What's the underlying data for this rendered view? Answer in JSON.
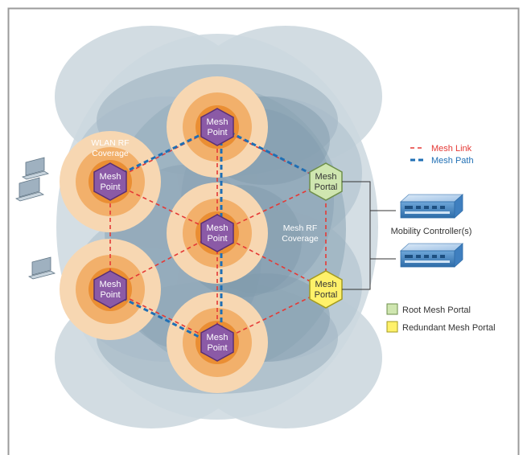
{
  "labels": {
    "mesh_point": [
      "Mesh",
      "Point"
    ],
    "mesh_portal": [
      "Mesh",
      "Portal"
    ],
    "wlan_rf_coverage": [
      "WLAN RF",
      "Coverage"
    ],
    "mesh_rf_coverage": [
      "Mesh RF",
      "Coverage"
    ],
    "mobility_controllers": "Mobility Controller(s)"
  },
  "legend": {
    "mesh_link": "Mesh Link",
    "mesh_path": "Mesh Path",
    "root_mesh_portal": "Root Mesh Portal",
    "redundant_mesh_portal": "Redundant Mesh Portal"
  },
  "colors": {
    "frame_border": "#9b9b9b",
    "rf_outer": "#cfd9e0",
    "rf_mid": "#a9bcc8",
    "rf_inner": "#7f97a8",
    "wlan_outer": "#f6d3ab",
    "wlan_mid": "#f1ae6a",
    "wlan_inner": "#ea8a2b",
    "mesh_point_fill": "#8b5aa6",
    "mesh_point_stroke": "#5a2f74",
    "root_portal_fill": "#cfe6b0",
    "root_portal_stroke": "#6e8f4b",
    "redundant_portal_fill": "#fff16a",
    "redundant_portal_stroke": "#a39a1f",
    "mesh_link": "#e53935",
    "mesh_path": "#1f6fb4",
    "wlan_text": "#ffffff",
    "mesh_rf_text": "#ffffff",
    "label_text": "#333333"
  },
  "icons": {
    "client_laptop": "laptop-icon",
    "controller": "server-appliance-icon"
  }
}
